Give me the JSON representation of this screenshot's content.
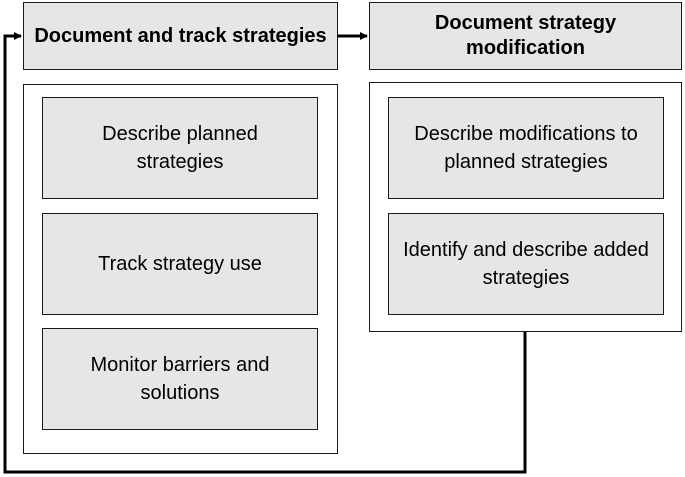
{
  "left_column": {
    "header": "Document and track strategies",
    "items": [
      "Describe planned strategies",
      "Track strategy use",
      "Monitor barriers and solutions"
    ]
  },
  "right_column": {
    "header": "Document strategy modification",
    "items": [
      "Describe modifications to planned strategies",
      "Identify and describe added strategies"
    ]
  },
  "colors": {
    "box_fill": "#e6e6e6",
    "border": "#1a1a1a",
    "background": "#ffffff"
  }
}
